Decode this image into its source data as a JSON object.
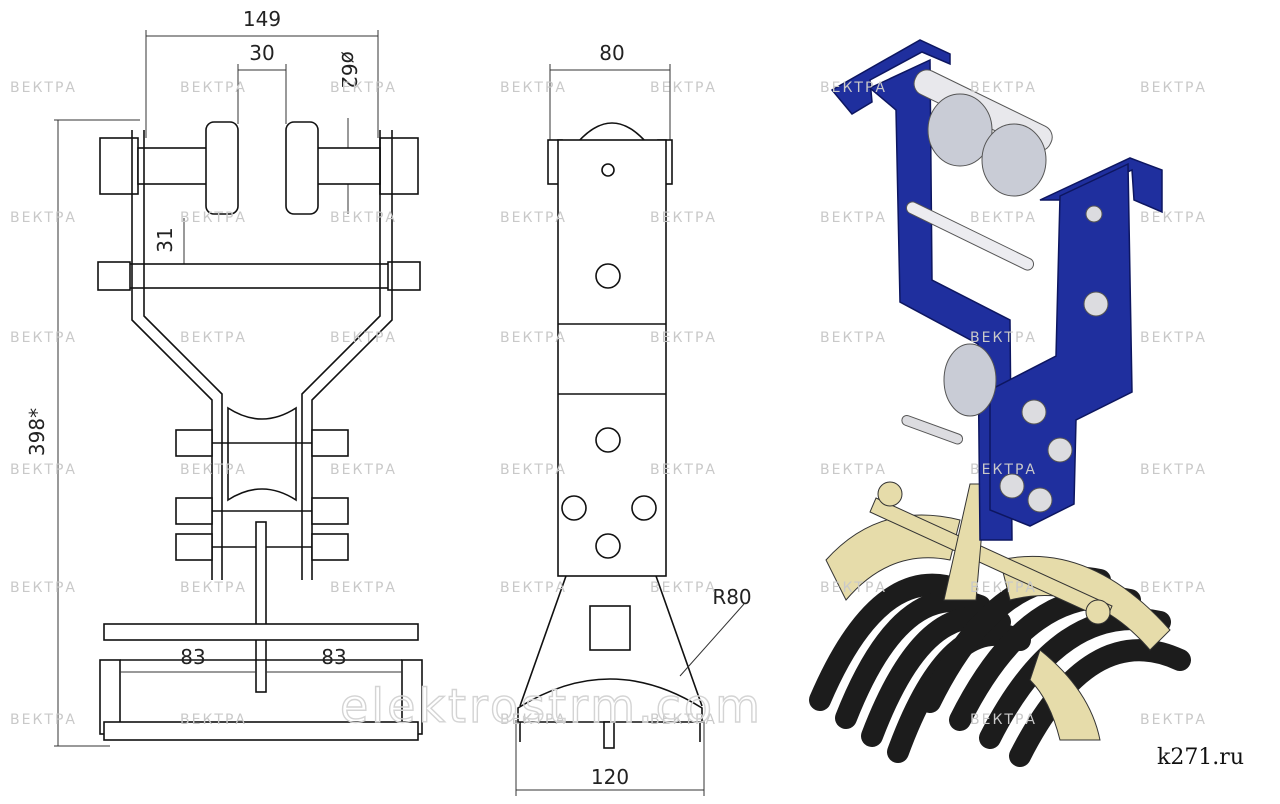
{
  "dimensions": {
    "width_total": "149",
    "roller_gap": "30",
    "roller_dia": "ø62",
    "offset": "31",
    "height": "398*",
    "half_left": "83",
    "half_right": "83",
    "side_width": "80",
    "base_width": "120",
    "radius": "R80"
  },
  "watermark": {
    "brand": "ВЕКТРА",
    "site": "elektrostrm.com"
  },
  "credit": "k271.ru",
  "colors": {
    "bracket": "#1f2f9e",
    "roller": "#c9ccd6",
    "saddle": "#e6dcaa",
    "cable": "#1c1c1c"
  }
}
